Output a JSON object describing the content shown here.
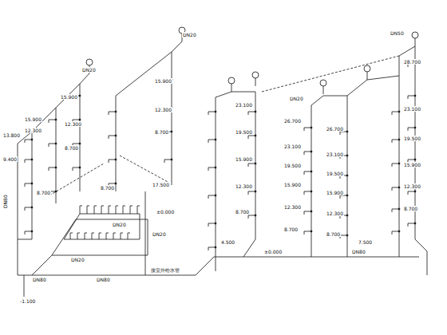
{
  "diagram": {
    "labels": [
      "13.800",
      "9.400",
      "15.900",
      "12.300",
      "8.700",
      "DN80",
      "DN80",
      "-1.100",
      "DN20",
      "15.900",
      "12.300",
      "8.700",
      "DN20",
      "15.900",
      "12.300",
      "8.700",
      "17.500",
      "±0.000",
      "DN20",
      "DN20",
      "DN20",
      "DN80",
      "接室外给水管",
      "23.100",
      "19.500",
      "15.900",
      "12.300",
      "8.700",
      "4.500",
      "±0.000",
      "26.700",
      "23.100",
      "19.500",
      "15.900",
      "12.300",
      "8.700",
      "DN20",
      "26.700",
      "23.100",
      "19.500",
      "15.900",
      "12.300",
      "8.700",
      "7.500",
      "DN50",
      "28.700",
      "23.100",
      "19.500",
      "15.900",
      "12.300",
      "8.700",
      "DN80",
      "8.700"
    ]
  }
}
